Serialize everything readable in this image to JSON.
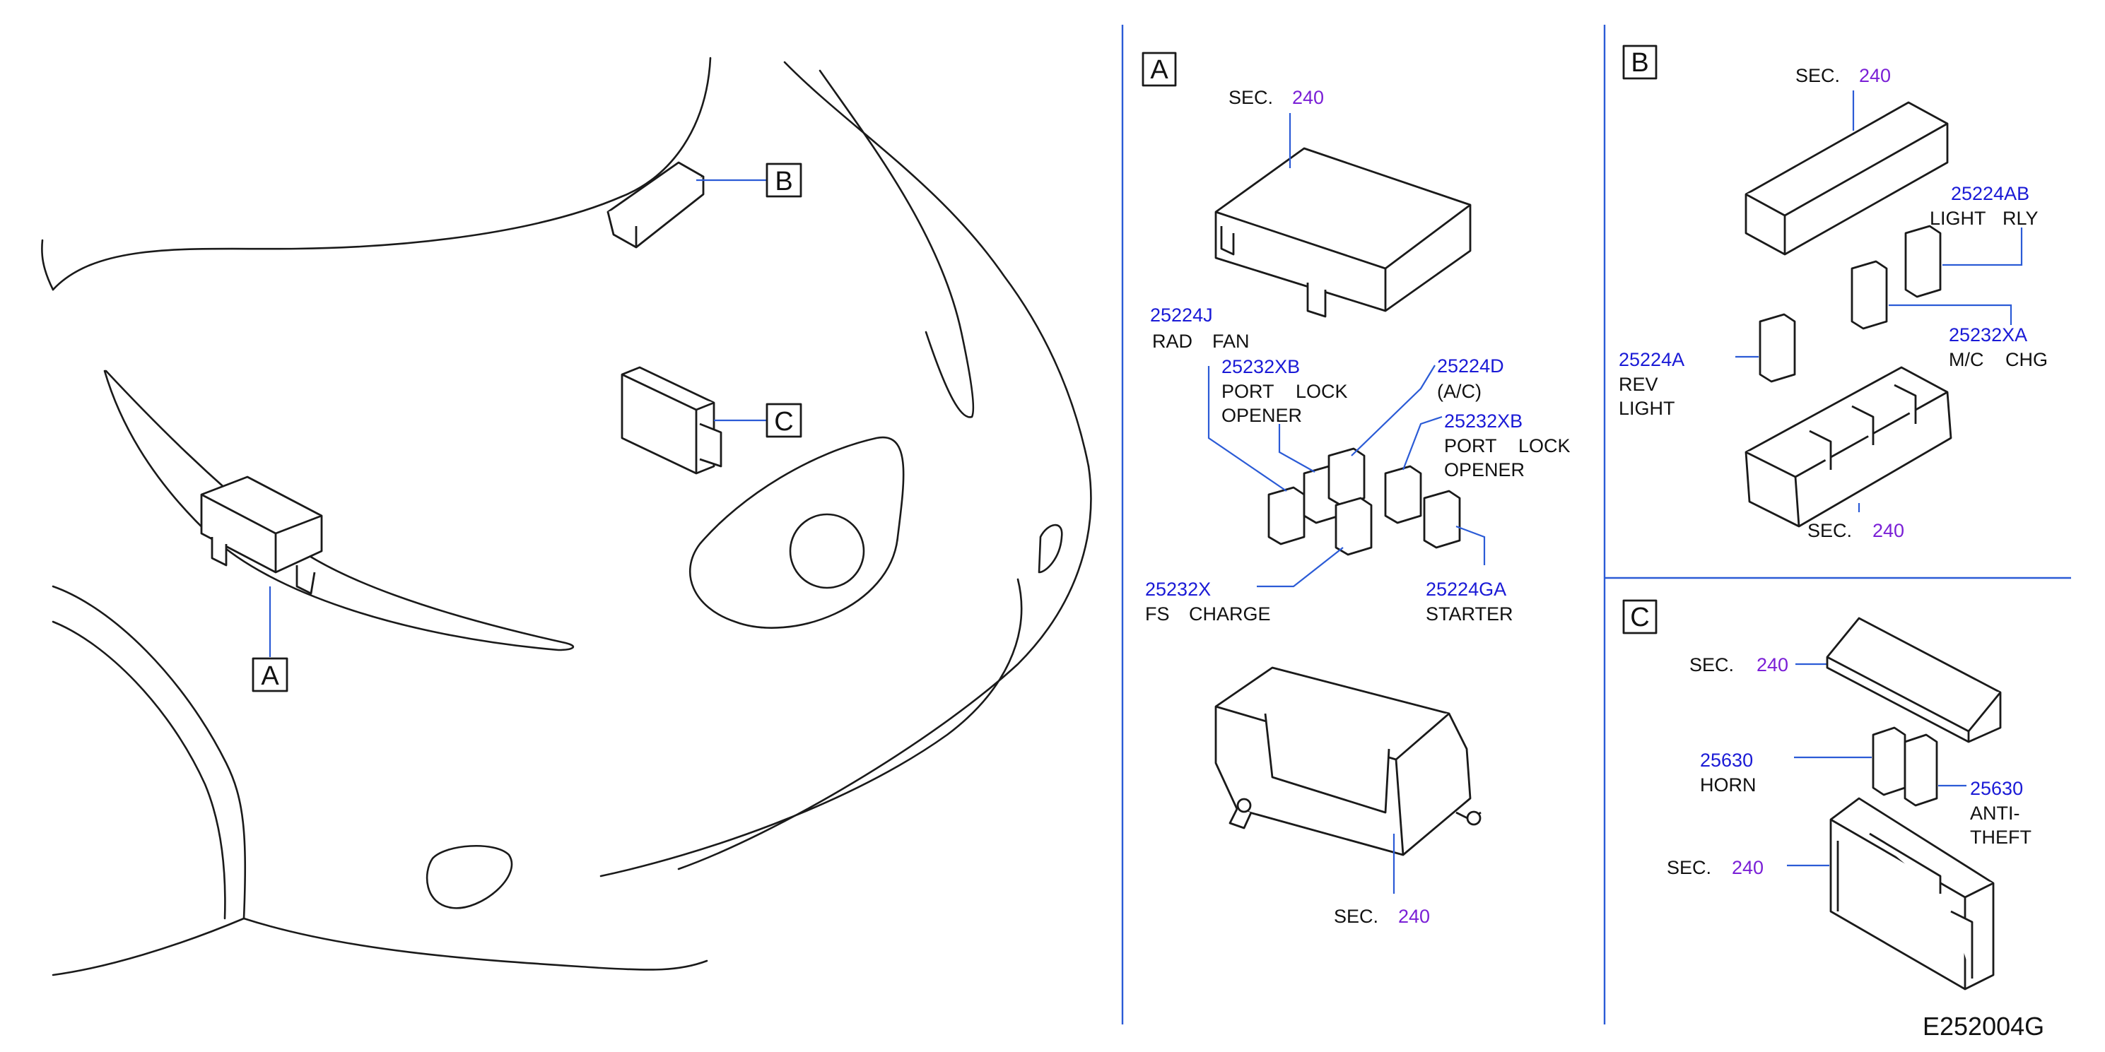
{
  "callouts": {
    "A": "A",
    "B": "B",
    "C": "C"
  },
  "section_word": "SEC.",
  "section_number": "240",
  "panel_a": {
    "label": "A",
    "parts": [
      {
        "part_no": "25224J",
        "name": [
          "RAD",
          "FAN"
        ]
      },
      {
        "part_no": "25232XB",
        "name": [
          "PORT",
          "LOCK"
        ],
        "name2": "OPENER"
      },
      {
        "part_no": "25224D",
        "name": [
          "(A/C)"
        ]
      },
      {
        "part_no": "25232XB",
        "name": [
          "PORT",
          "LOCK"
        ],
        "name2": "OPENER"
      },
      {
        "part_no": "25232X",
        "name": [
          "FS",
          "CHARGE"
        ]
      },
      {
        "part_no": "25224GA",
        "name": [
          "STARTER"
        ]
      }
    ]
  },
  "panel_b": {
    "label": "B",
    "parts": [
      {
        "part_no": "25224AB",
        "name": [
          "LIGHT",
          "RLY"
        ]
      },
      {
        "part_no": "25232XA",
        "name": [
          "M/C",
          "CHG"
        ]
      },
      {
        "part_no": "25224A",
        "name": [
          "REV"
        ],
        "name2": "LIGHT"
      }
    ]
  },
  "panel_c": {
    "label": "C",
    "parts": [
      {
        "part_no": "25630",
        "name": [
          "HORN"
        ]
      },
      {
        "part_no": "25630",
        "name": [
          "ANTI-"
        ],
        "name2": "THEFT"
      }
    ]
  },
  "drawing_id": "E252004G",
  "colors": {
    "part_number": "#1a1ad6",
    "section_number": "#7a1fd6",
    "leader": "#2b5bd6",
    "line": "#1a1a1a"
  }
}
